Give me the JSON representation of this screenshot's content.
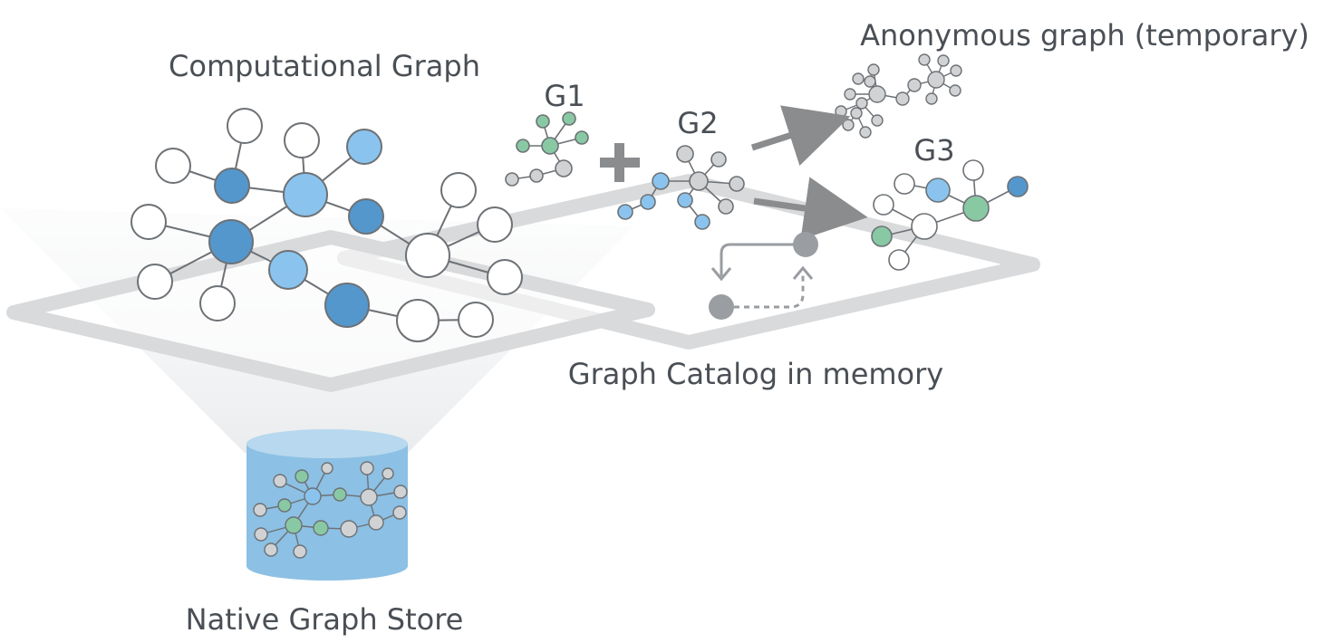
{
  "labels": {
    "computational_graph": "Computational Graph",
    "g1": "G1",
    "g2": "G2",
    "g3": "G3",
    "anonymous_graph": "Anonymous graph (temporary)",
    "graph_catalog": "Graph Catalog in memory",
    "native_store": "Native Graph Store"
  },
  "colors": {
    "white": "#ffffff",
    "light_blue": "#8ac4ee",
    "dark_blue": "#5497cd",
    "green": "#88c9a4",
    "gray": "#d0d2d4",
    "edge": "#6d7175",
    "plate": "#d9dadc",
    "cylinder_top": "#b7d8ee",
    "cylinder_body": "#8cc0e4",
    "arrow": "#8a8c8e",
    "loop_node": "#9a9da1"
  },
  "icons": {
    "plus": "plus-icon",
    "arrow_to_anonymous": "arrow-right-icon",
    "arrow_to_g3": "arrow-right-icon",
    "refresh_cycle": "cycle-icon",
    "database": "database-cylinder-icon"
  }
}
